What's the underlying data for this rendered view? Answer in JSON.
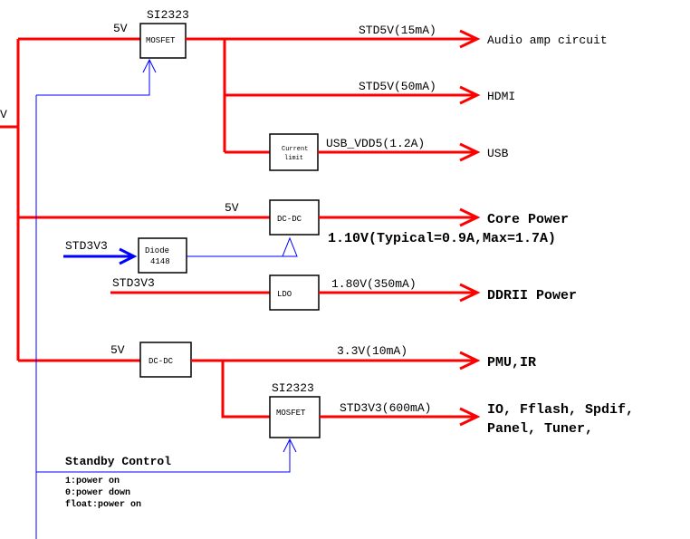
{
  "colors": {
    "power_line": "#ff0000",
    "control_line": "#0000ff",
    "box_border": "#000000"
  },
  "input": {
    "voltage_label": "V"
  },
  "top_mosfet": {
    "part": "SI2323",
    "label": "MOSFET",
    "input_label": "5V"
  },
  "outputs": {
    "audio": {
      "rail": "STD5V(15mA)",
      "dest": "Audio amp circuit"
    },
    "hdmi": {
      "rail": "STD5V(50mA)",
      "dest": "HDMI"
    },
    "usb": {
      "rail": "USB_VDD5(1.2A)",
      "dest": "USB"
    }
  },
  "current_limit": {
    "line1": "Current",
    "line2": "limit"
  },
  "core": {
    "input_label": "5V",
    "box_label": "DC-DC",
    "dest": "Core Power",
    "rail": "1.10V(Typical=0.9A,Max=1.7A)"
  },
  "diode": {
    "line1": "Diode",
    "line2": "4148",
    "input_label": "STD3V3"
  },
  "ldo": {
    "input_label": "STD3V3",
    "box_label": "LDO",
    "rail": "1.80V(350mA)",
    "dest": "DDRII Power"
  },
  "pmu": {
    "input_label": "5V",
    "box_label": "DC-DC",
    "rail": "3.3V(10mA)",
    "dest": "PMU,IR"
  },
  "io_mosfet": {
    "part": "SI2323",
    "label": "MOSFET",
    "rail": "STD3V3(600mA)",
    "dest_line1": "IO, Fflash, Spdif,",
    "dest_line2": "Panel, Tuner,"
  },
  "standby": {
    "title": "Standby Control",
    "line1": "1:power on",
    "line2": "0:power down",
    "line3": "float:power on"
  }
}
